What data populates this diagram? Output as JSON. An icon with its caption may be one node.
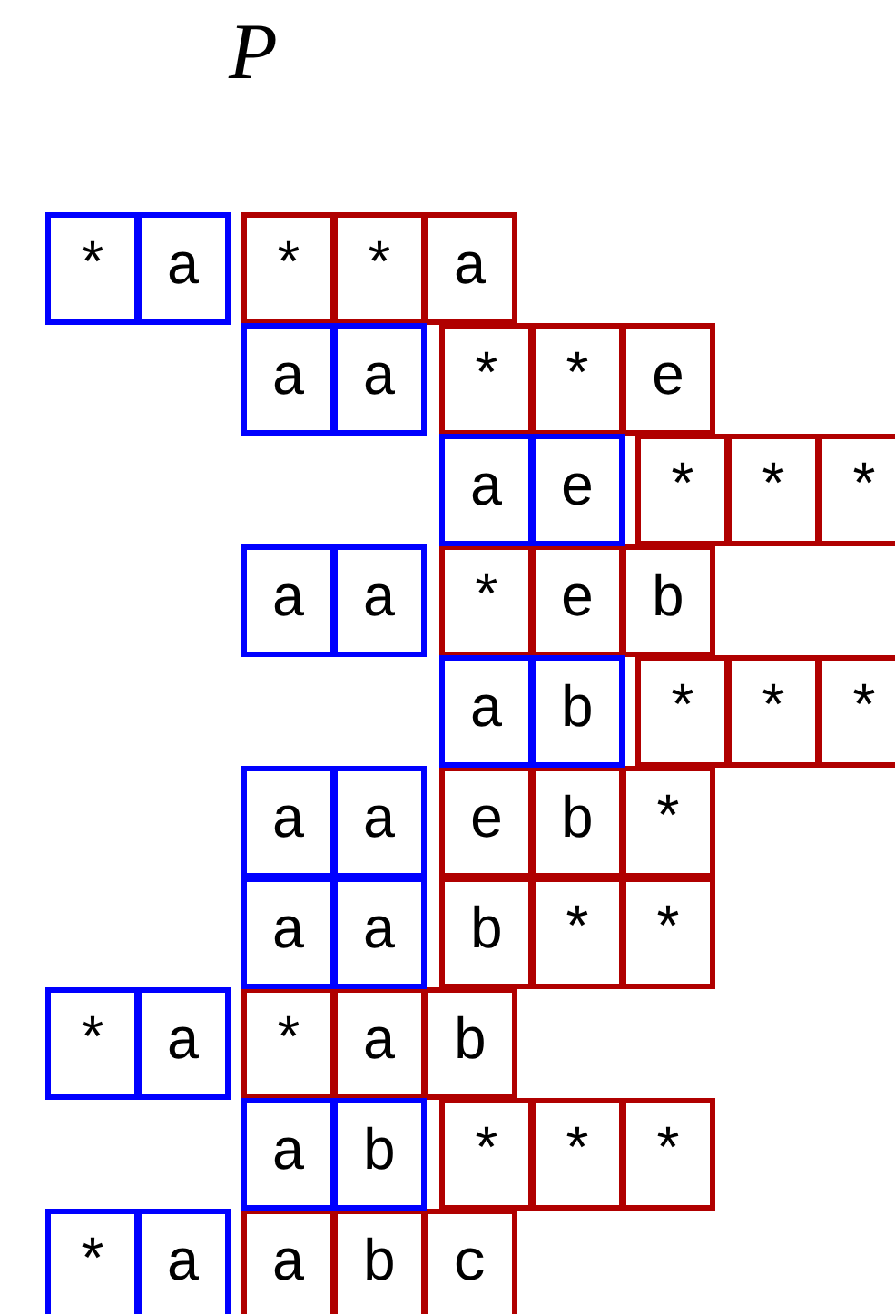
{
  "diagram": {
    "title": "P",
    "nodes": [
      {
        "text": [
          "*"
        ]
      },
      {
        "text": [
          "a"
        ]
      },
      {
        "text": [
          "*"
        ]
      },
      {
        "text": [
          "*"
        ]
      },
      {
        "text": [
          "a"
        ]
      },
      {
        "text": [
          "a"
        ]
      },
      {
        "text": [
          "a"
        ]
      },
      {
        "text": [
          "*"
        ]
      },
      {
        "text": [
          "*"
        ]
      },
      {
        "text": [
          "e"
        ]
      },
      {
        "text": [
          "a"
        ]
      },
      {
        "text": [
          "e"
        ]
      },
      {
        "text": [
          "*"
        ]
      },
      {
        "text": [
          "*"
        ]
      },
      {
        "text": [
          "*"
        ]
      },
      {
        "text": [
          "a"
        ]
      },
      {
        "text": [
          "a"
        ]
      },
      {
        "text": [
          "*"
        ]
      },
      {
        "text": [
          "e"
        ]
      },
      {
        "text": [
          "b"
        ]
      },
      {
        "text": [
          "a"
        ]
      },
      {
        "text": [
          "b"
        ]
      },
      {
        "text": [
          "*"
        ]
      },
      {
        "text": [
          "*"
        ]
      },
      {
        "text": [
          "*"
        ]
      },
      {
        "text": [
          "a"
        ]
      },
      {
        "text": [
          "a"
        ]
      },
      {
        "text": [
          "e"
        ]
      },
      {
        "text": [
          "b"
        ]
      },
      {
        "text": [
          "*"
        ]
      },
      {
        "text": [
          "a"
        ]
      },
      {
        "text": [
          "a"
        ]
      },
      {
        "text": [
          "b"
        ]
      },
      {
        "text": [
          "*"
        ]
      },
      {
        "text": [
          "*"
        ]
      },
      {
        "text": [
          "*"
        ]
      },
      {
        "text": [
          "a"
        ]
      },
      {
        "text": [
          "*"
        ]
      },
      {
        "text": [
          "a"
        ]
      },
      {
        "text": [
          "b"
        ]
      },
      {
        "text": [
          "a"
        ]
      },
      {
        "text": [
          "b"
        ]
      },
      {
        "text": [
          "*"
        ]
      },
      {
        "text": [
          "*"
        ]
      },
      {
        "text": [
          "*"
        ]
      },
      {
        "text": [
          "*"
        ]
      },
      {
        "text": [
          "a"
        ]
      },
      {
        "text": [
          "a"
        ]
      },
      {
        "text": [
          "b"
        ]
      },
      {
        "text": [
          "c"
        ]
      }
    ]
  }
}
